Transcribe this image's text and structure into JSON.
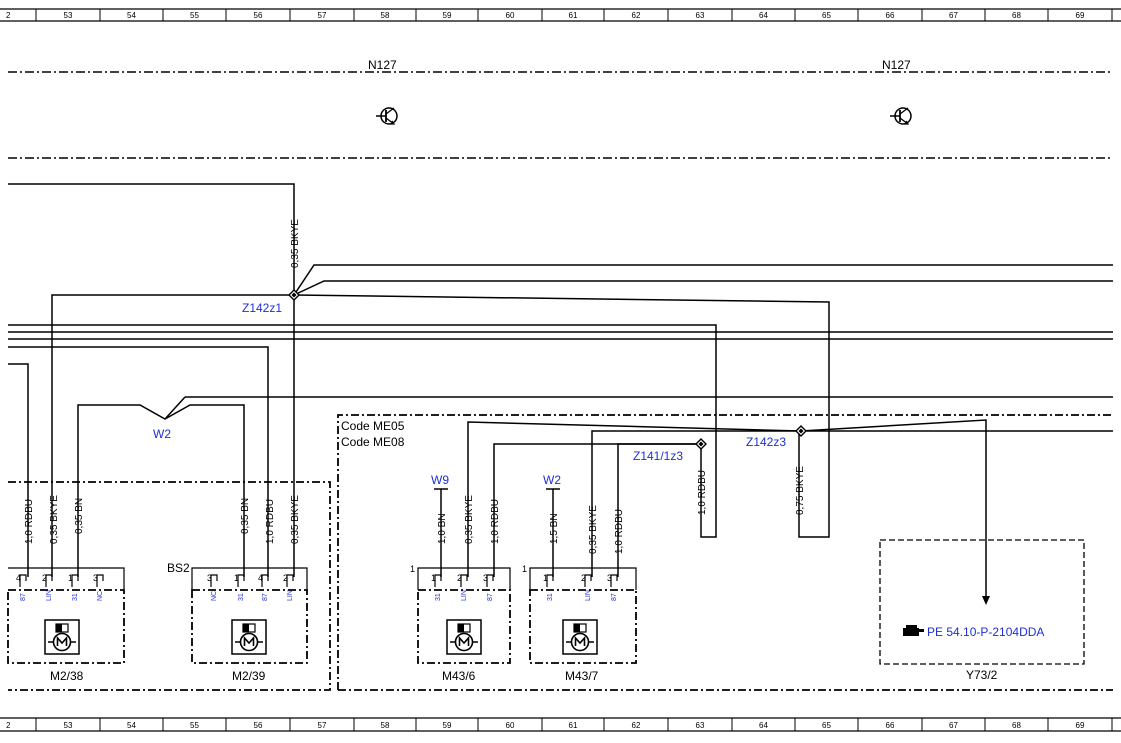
{
  "ruler": {
    "left_partial": "2",
    "columns": [
      "53",
      "54",
      "55",
      "56",
      "57",
      "58",
      "59",
      "60",
      "61",
      "62",
      "63",
      "64",
      "65",
      "66",
      "67",
      "68",
      "69"
    ]
  },
  "band": {
    "label_left": "N127",
    "label_right": "N127"
  },
  "junctions": {
    "z142z1": "Z142z1",
    "z141": "Z141/1z3",
    "z142z3": "Z142z3"
  },
  "connectors": {
    "w2_left": "W2",
    "w9": "W9",
    "w2_right": "W2"
  },
  "codes": {
    "line1": "Code ME05",
    "line2": "Code ME08"
  },
  "wires": {
    "bkye035_top": "0,35 BKYE",
    "m238_rdbu": "1,0 RDBU",
    "m238_bkye": "0,35 BKYE",
    "m238_bn": "0,35 BN",
    "m239_bn": "0,35 BN",
    "m239_rdbu": "1,0 RDBU",
    "m239_bkye": "0,35 BKYE",
    "m436_bn": "1,0 BN",
    "m436_bkye": "0,35 BKYE",
    "m436_rdbu": "1,0 RDBU",
    "m437_bn": "1,5 BN",
    "m437_bkye": "0,35 BKYE",
    "m437_rdbu": "1,0 RDBU",
    "z141_rdbu": "1,0 RDBU",
    "z142_bkye": "0,75 BKYE"
  },
  "components": {
    "m238": {
      "name": "M2/38",
      "pins": [
        "4",
        "2",
        "1",
        "3"
      ],
      "pin_labels": [
        "87",
        "LIN",
        "31",
        "NC"
      ]
    },
    "m239": {
      "name": "M2/39",
      "prefix": "BS2",
      "pins": [
        "3",
        "1",
        "4",
        "2"
      ],
      "pin_labels": [
        "NC",
        "31",
        "87",
        "LIN"
      ]
    },
    "m436": {
      "name": "M43/6",
      "ref": "1",
      "pins": [
        "1",
        "2",
        "3"
      ],
      "pin_labels": [
        "31",
        "LIN",
        "87"
      ]
    },
    "m437": {
      "name": "M43/7",
      "ref": "1",
      "pins": [
        "1",
        "2",
        "3"
      ],
      "pin_labels": [
        "31",
        "LIN",
        "87"
      ]
    },
    "y732": {
      "name": "Y73/2",
      "reference": "PE 54.10-P-2104DDA",
      "reference_icon": "pointing-hand-icon"
    }
  },
  "symbols": {
    "band_symbol": "transistor-icon",
    "motor_symbol": "motor-icon"
  },
  "colors": {
    "wire": "#000000",
    "link_blue": "#1f2fd6"
  }
}
